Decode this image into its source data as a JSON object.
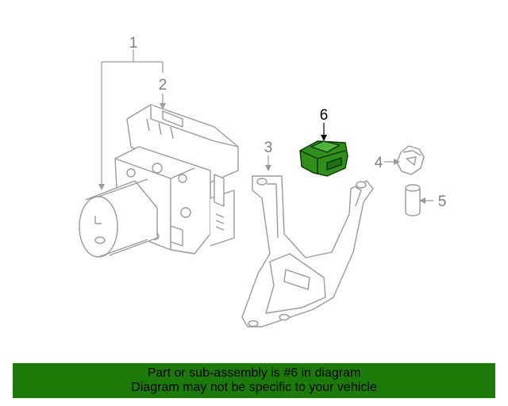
{
  "callouts": {
    "c1": "1",
    "c2": "2",
    "c3": "3",
    "c4": "4",
    "c5": "5",
    "c6": "6"
  },
  "highlighted_part": "6",
  "colors": {
    "highlight_fill": "#1c7a08",
    "line_art": "#9a9a9a",
    "banner_bg": "#1c7a08",
    "banner_text": "#000000"
  },
  "banner": {
    "line1": "Part or sub-assembly is #6 in diagram",
    "line2": "Diagram may not be specific to your vehicle"
  }
}
